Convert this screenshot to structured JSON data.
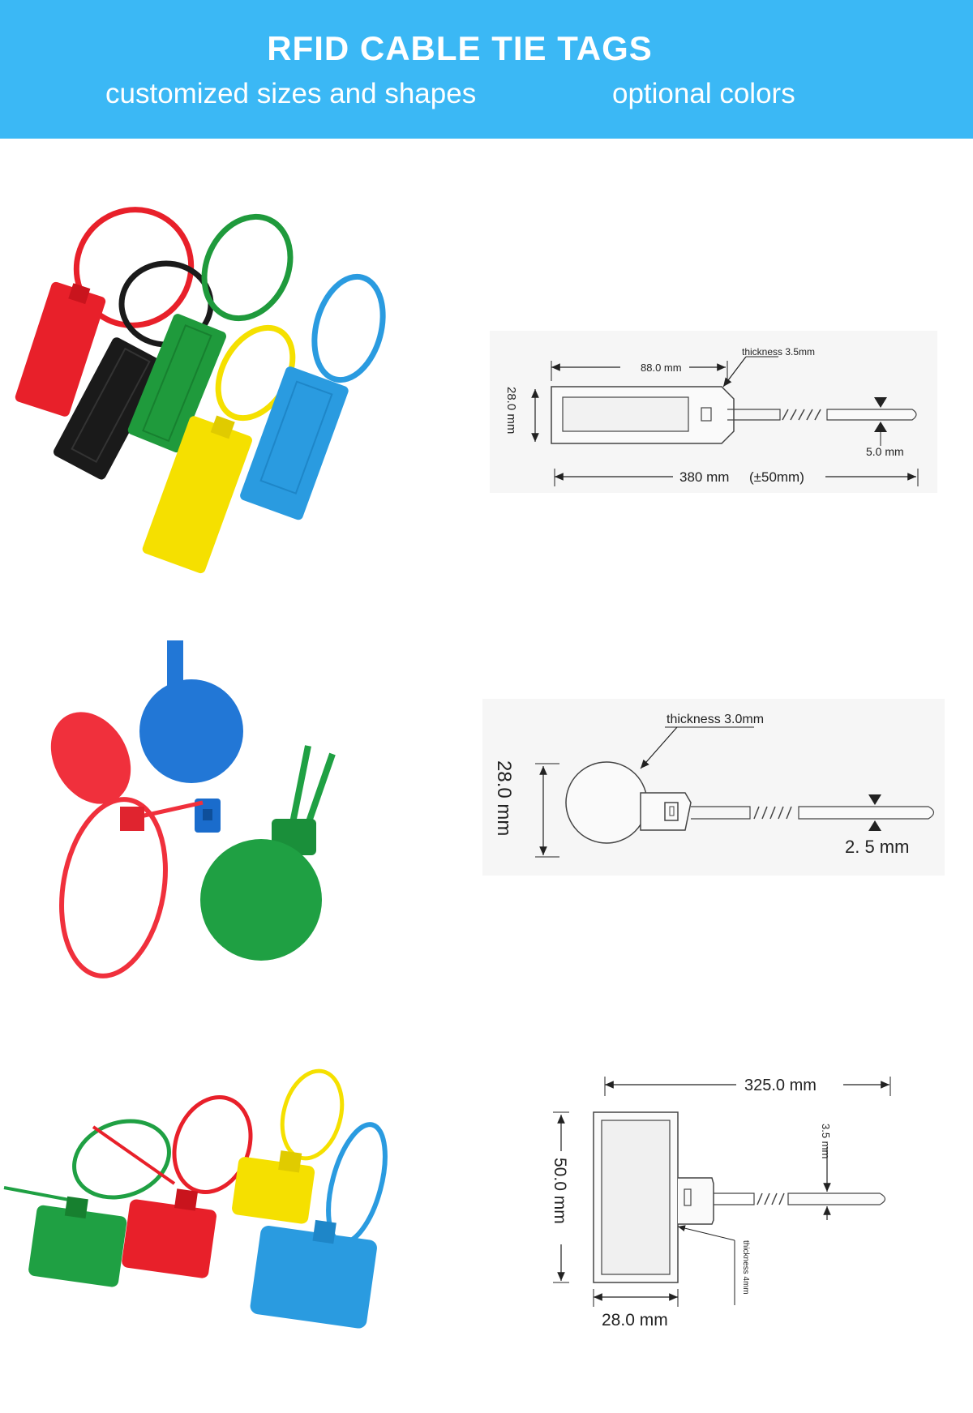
{
  "header": {
    "title": "RFID CABLE TIE TAGS",
    "subtitle_left": "customized sizes and shapes",
    "subtitle_right": "optional colors",
    "background_color": "#3bb8f5"
  },
  "products": [
    {
      "photo_colors": [
        "#e8202a",
        "#1a1a1a",
        "#1f9a3c",
        "#f5e000",
        "#2a9be0"
      ],
      "diagram": {
        "length": "88.0 mm",
        "thickness": "thickness 3.5mm",
        "width": "28.0 mm",
        "strap_width": "5.0 mm",
        "total_length": "380 mm",
        "total_tolerance": "(±50mm)"
      }
    },
    {
      "photo_colors": [
        "#2277d6",
        "#f0303c",
        "#1fa043"
      ],
      "diagram": {
        "thickness": "thickness 3.0mm",
        "diameter": "28.0 mm",
        "strap_width": "2. 5 mm"
      }
    },
    {
      "photo_colors": [
        "#1fa043",
        "#e8202a",
        "#f5e000",
        "#2a9be0"
      ],
      "diagram": {
        "total_length": "325.0 mm",
        "height": "50.0 mm",
        "strap_width": "3.5 mm",
        "thickness": "thickness 4mm",
        "width": "28.0 mm"
      }
    }
  ]
}
